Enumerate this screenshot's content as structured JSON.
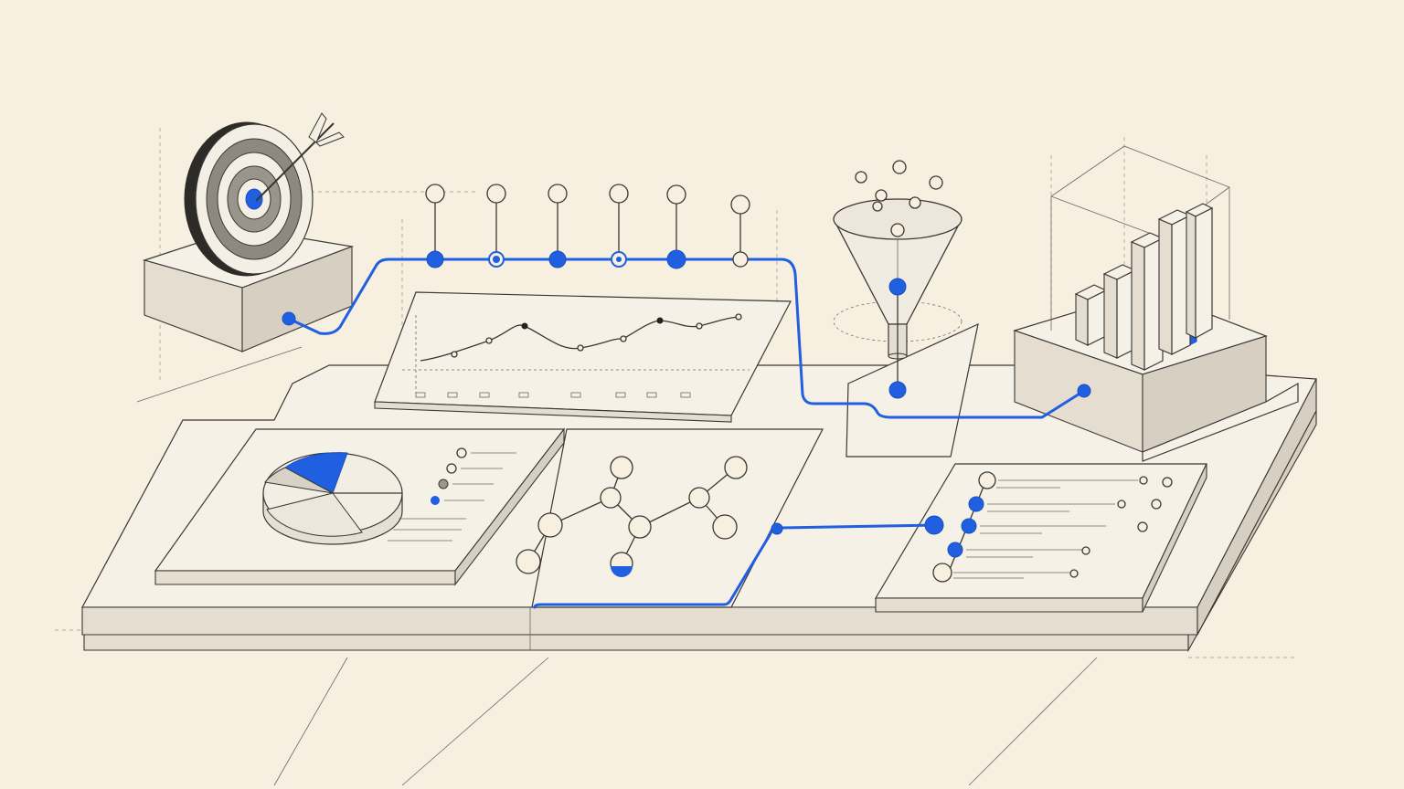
{
  "colors": {
    "background": "#f7efe0",
    "accent": "#1f5fe0",
    "ink": "#3a3834"
  },
  "scene": {
    "elements": [
      "target-icon",
      "arrow-icon",
      "milestone-timeline",
      "line-chart-panel",
      "funnel-icon",
      "bar-chart-3d",
      "pie-chart-panel",
      "node-graph-panel",
      "list-panel",
      "connector-path"
    ]
  }
}
